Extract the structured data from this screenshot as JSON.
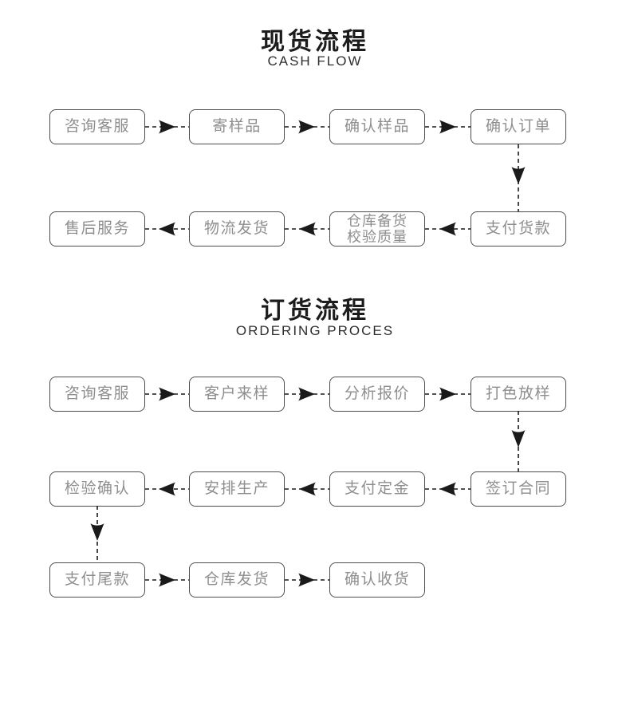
{
  "colors": {
    "box_border": "#4d4d4d",
    "box_text": "#8e8e8e",
    "arrow": "#1a1a1a",
    "title_text": "#1c1c1c"
  },
  "flow1": {
    "title": "现货流程",
    "subtitle": "CASH FLOW",
    "top_row": [
      {
        "label": "咨询客服"
      },
      {
        "label": "寄样品"
      },
      {
        "label": "确认样品"
      },
      {
        "label": "确认订单"
      }
    ],
    "bottom_row": [
      {
        "label": "售后服务"
      },
      {
        "label": "物流发货"
      },
      {
        "label": "仓库备货",
        "label2": "校验质量"
      },
      {
        "label": "支付货款"
      }
    ]
  },
  "flow2": {
    "title": "订货流程",
    "subtitle": "ORDERING PROCES",
    "row1": [
      {
        "label": "咨询客服"
      },
      {
        "label": "客户来样"
      },
      {
        "label": "分析报价"
      },
      {
        "label": "打色放样"
      }
    ],
    "row2": [
      {
        "label": "检验确认"
      },
      {
        "label": "安排生产"
      },
      {
        "label": "支付定金"
      },
      {
        "label": "签订合同"
      }
    ],
    "row3": [
      {
        "label": "支付尾款"
      },
      {
        "label": "仓库发货"
      },
      {
        "label": "确认收货"
      }
    ]
  }
}
